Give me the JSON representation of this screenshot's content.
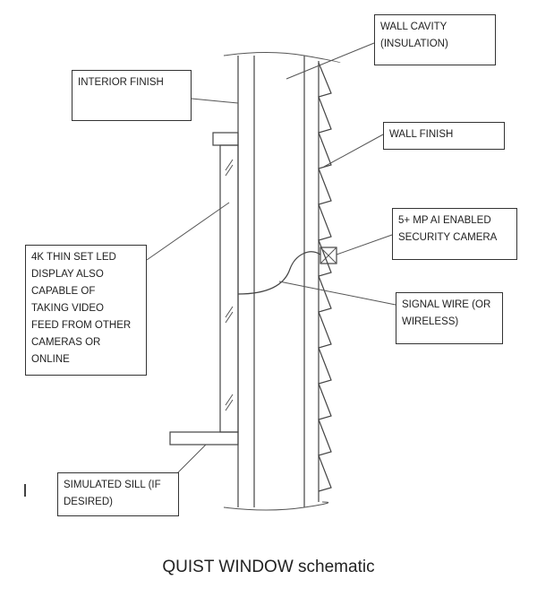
{
  "labels": {
    "wall_cavity": "WALL CAVITY\n(INSULATION)",
    "interior_finish": "INTERIOR FINISH",
    "wall_finish": "WALL FINISH",
    "security_camera": "5+ MP AI ENABLED\nSECURITY CAMERA",
    "led_display": "4K THIN SET LED\nDISPLAY ALSO\nCAPABLE OF\nTAKING VIDEO\nFEED FROM OTHER\nCAMERAS OR\nONLINE",
    "signal_wire": "SIGNAL WIRE (OR\nWIRELESS)",
    "simulated_sill": "SIMULATED SILL (IF\nDESIRED)"
  },
  "caption": "QUIST WINDOW schematic"
}
